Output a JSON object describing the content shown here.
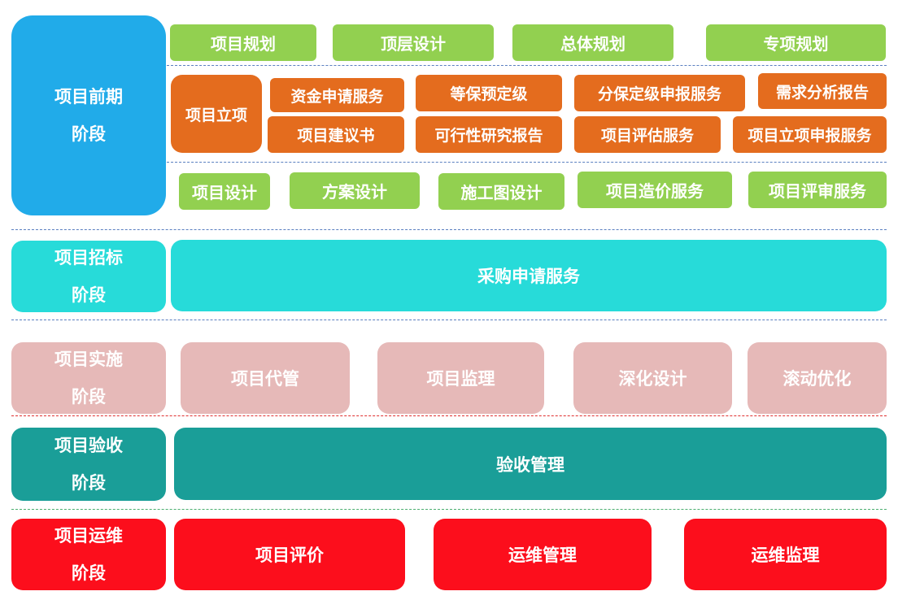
{
  "colors": {
    "early_stage": "#21abe9",
    "green": "#92d050",
    "orange": "#e46c1e",
    "bidding": "#27dbd9",
    "implementation": "#e6b9b8",
    "acceptance": "#1a9e98",
    "operations": "#fc0e1c"
  },
  "stages": {
    "early": {
      "line1": "项目前期",
      "line2": "阶段"
    },
    "bidding": {
      "line1": "项目招标",
      "line2": "阶段"
    },
    "implementation": {
      "line1": "项目实施",
      "line2": "阶段"
    },
    "acceptance": {
      "line1": "项目验收",
      "line2": "阶段"
    },
    "operations": {
      "line1": "项目运维",
      "line2": "阶段"
    }
  },
  "planning_row": [
    "项目规划",
    "顶层设计",
    "总体规划",
    "专项规划"
  ],
  "initiation": {
    "label": "项目立项",
    "row1": [
      "资金申请服务",
      "等保预定级",
      "分保定级申报服务",
      "需求分析报告"
    ],
    "row2": [
      "项目建议书",
      "可行性研究报告",
      "项目评估服务",
      "项目立项申报服务"
    ]
  },
  "design_row": [
    "项目设计",
    "方案设计",
    "施工图设计",
    "项目造价服务",
    "项目评审服务"
  ],
  "bidding_item": "采购申请服务",
  "implementation_items": [
    "项目代管",
    "项目监理",
    "深化设计",
    "滚动优化"
  ],
  "acceptance_item": "验收管理",
  "operations_items": [
    "项目评价",
    "运维管理",
    "运维监理"
  ]
}
